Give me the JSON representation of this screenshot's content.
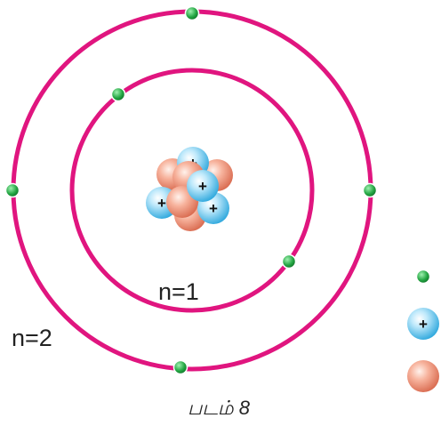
{
  "orbits": [
    {
      "label": "n=1",
      "electron_count": 2
    },
    {
      "label": "n=2",
      "electron_count": 4
    }
  ],
  "nucleus": {
    "proton_symbol": "+",
    "proton_count": 4,
    "neutron_count": 5
  },
  "legend": {
    "proton_symbol": "+"
  },
  "caption": "படம் 8",
  "colors": {
    "orbit": "#e0157f",
    "electron": "#1a9a3a",
    "proton": "#5bc4ee",
    "neutron": "#f0937a",
    "text": "#222222"
  }
}
